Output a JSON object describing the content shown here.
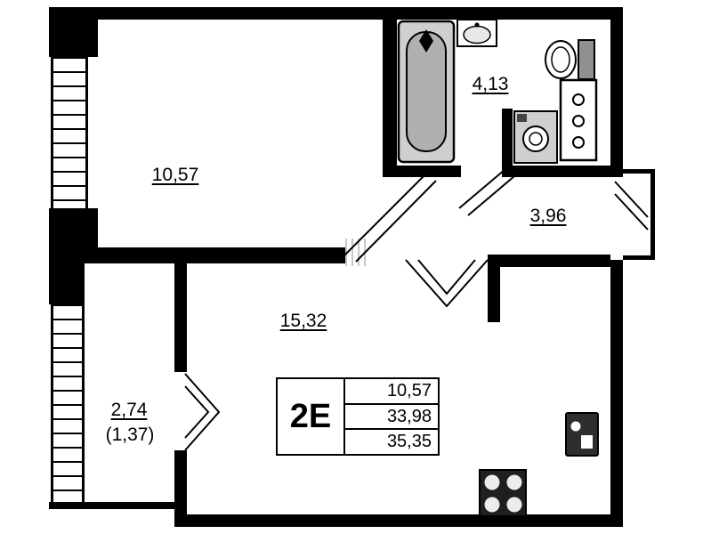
{
  "plan": {
    "stamp": {
      "type_label": "2E",
      "rows": [
        "10,57",
        "33,98",
        "35,35"
      ]
    },
    "rooms": {
      "bedroom": {
        "area": "10,57"
      },
      "bathroom": {
        "area": "4,13"
      },
      "hallway": {
        "area": "3,96"
      },
      "living_kitchen": {
        "area": "15,32"
      },
      "balcony": {
        "area": "2,74",
        "area_coeff": "(1,37)"
      }
    },
    "icons": {
      "bathtub": "bathtub-icon",
      "sink": "sink-icon",
      "toilet": "toilet-icon",
      "washing_machine": "washing-machine-icon",
      "cabinet": "cabinet-icon",
      "stove": "stove-icon",
      "kitchen_sink": "kitchen-sink-icon"
    },
    "colors": {
      "wall": "#000000",
      "fixture_light": "#cfcfcf",
      "fixture_mid": "#b0b0b0",
      "appliance_dark": "#1f1f1f",
      "background": "#ffffff"
    }
  }
}
